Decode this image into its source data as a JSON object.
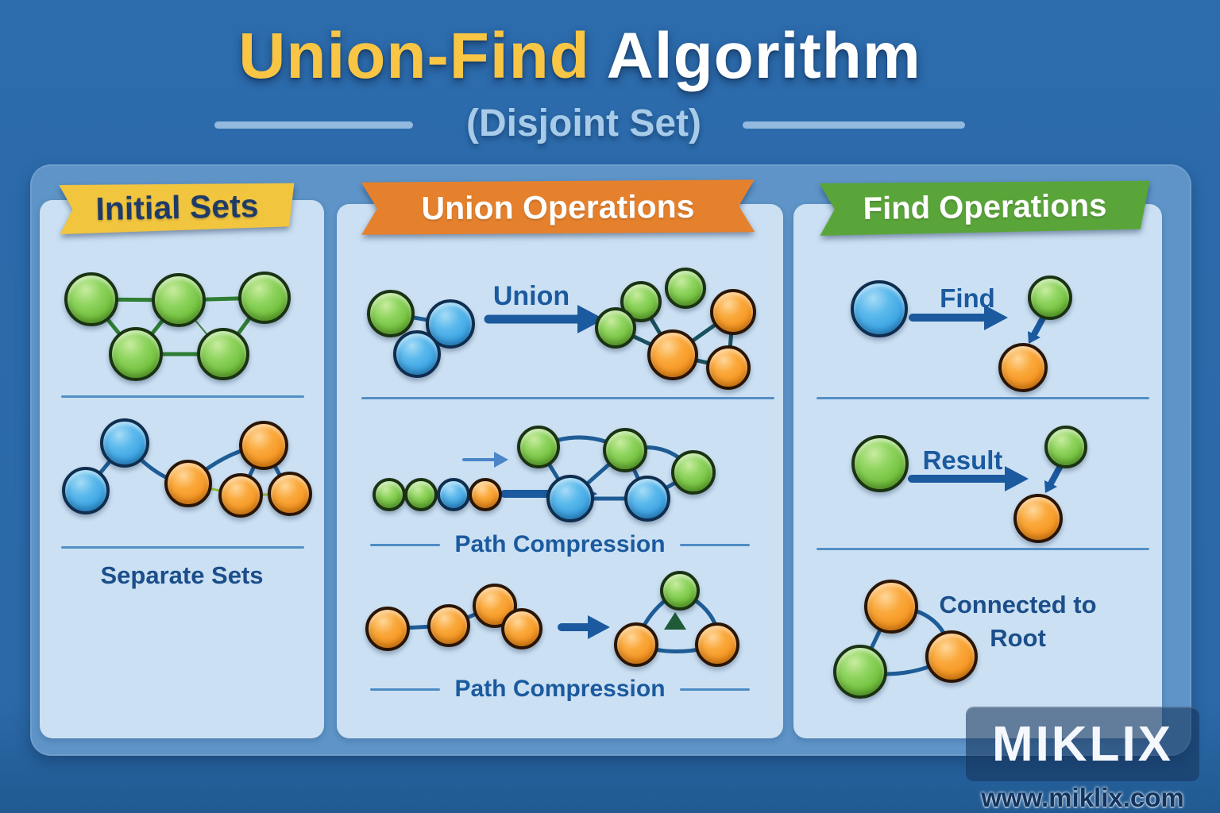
{
  "title": {
    "highlight": "Union-Find",
    "rest": " Algorithm",
    "subtitle": "(Disjoint Set)"
  },
  "panels": {
    "initial_sets": {
      "banner": "Initial Sets",
      "caption": "Separate Sets"
    },
    "union_operations": {
      "banner": "Union Operations",
      "arrow_label": "Union",
      "divider_label_1": "Path Compression",
      "divider_label_2": "Path Compression"
    },
    "find_operations": {
      "banner": "Find Operations",
      "arrow_label_1": "Find",
      "arrow_label_2": "Result",
      "caption_line_1": "Connected to",
      "caption_line_2": "Root"
    }
  },
  "branding": {
    "logo": "MIKLIX",
    "website": "www.miklix.com"
  },
  "colors": {
    "background": "#2B69A8",
    "wrapper": "#5E94C7",
    "panel": "#CBE0F3",
    "banner_yellow": "#F2C53E",
    "banner_orange": "#E5812D",
    "banner_green": "#5AA53A",
    "node_green": "#7CC843",
    "node_blue": "#41A9E6",
    "node_orange": "#F5941F",
    "edge_blue": "#1E5C96",
    "edge_green": "#2E7D33",
    "edge_teal": "#19505F",
    "text_navy": "#1B4E8A",
    "title_yellow": "#F8C544",
    "subtitle_blue": "#A7CBE8"
  }
}
